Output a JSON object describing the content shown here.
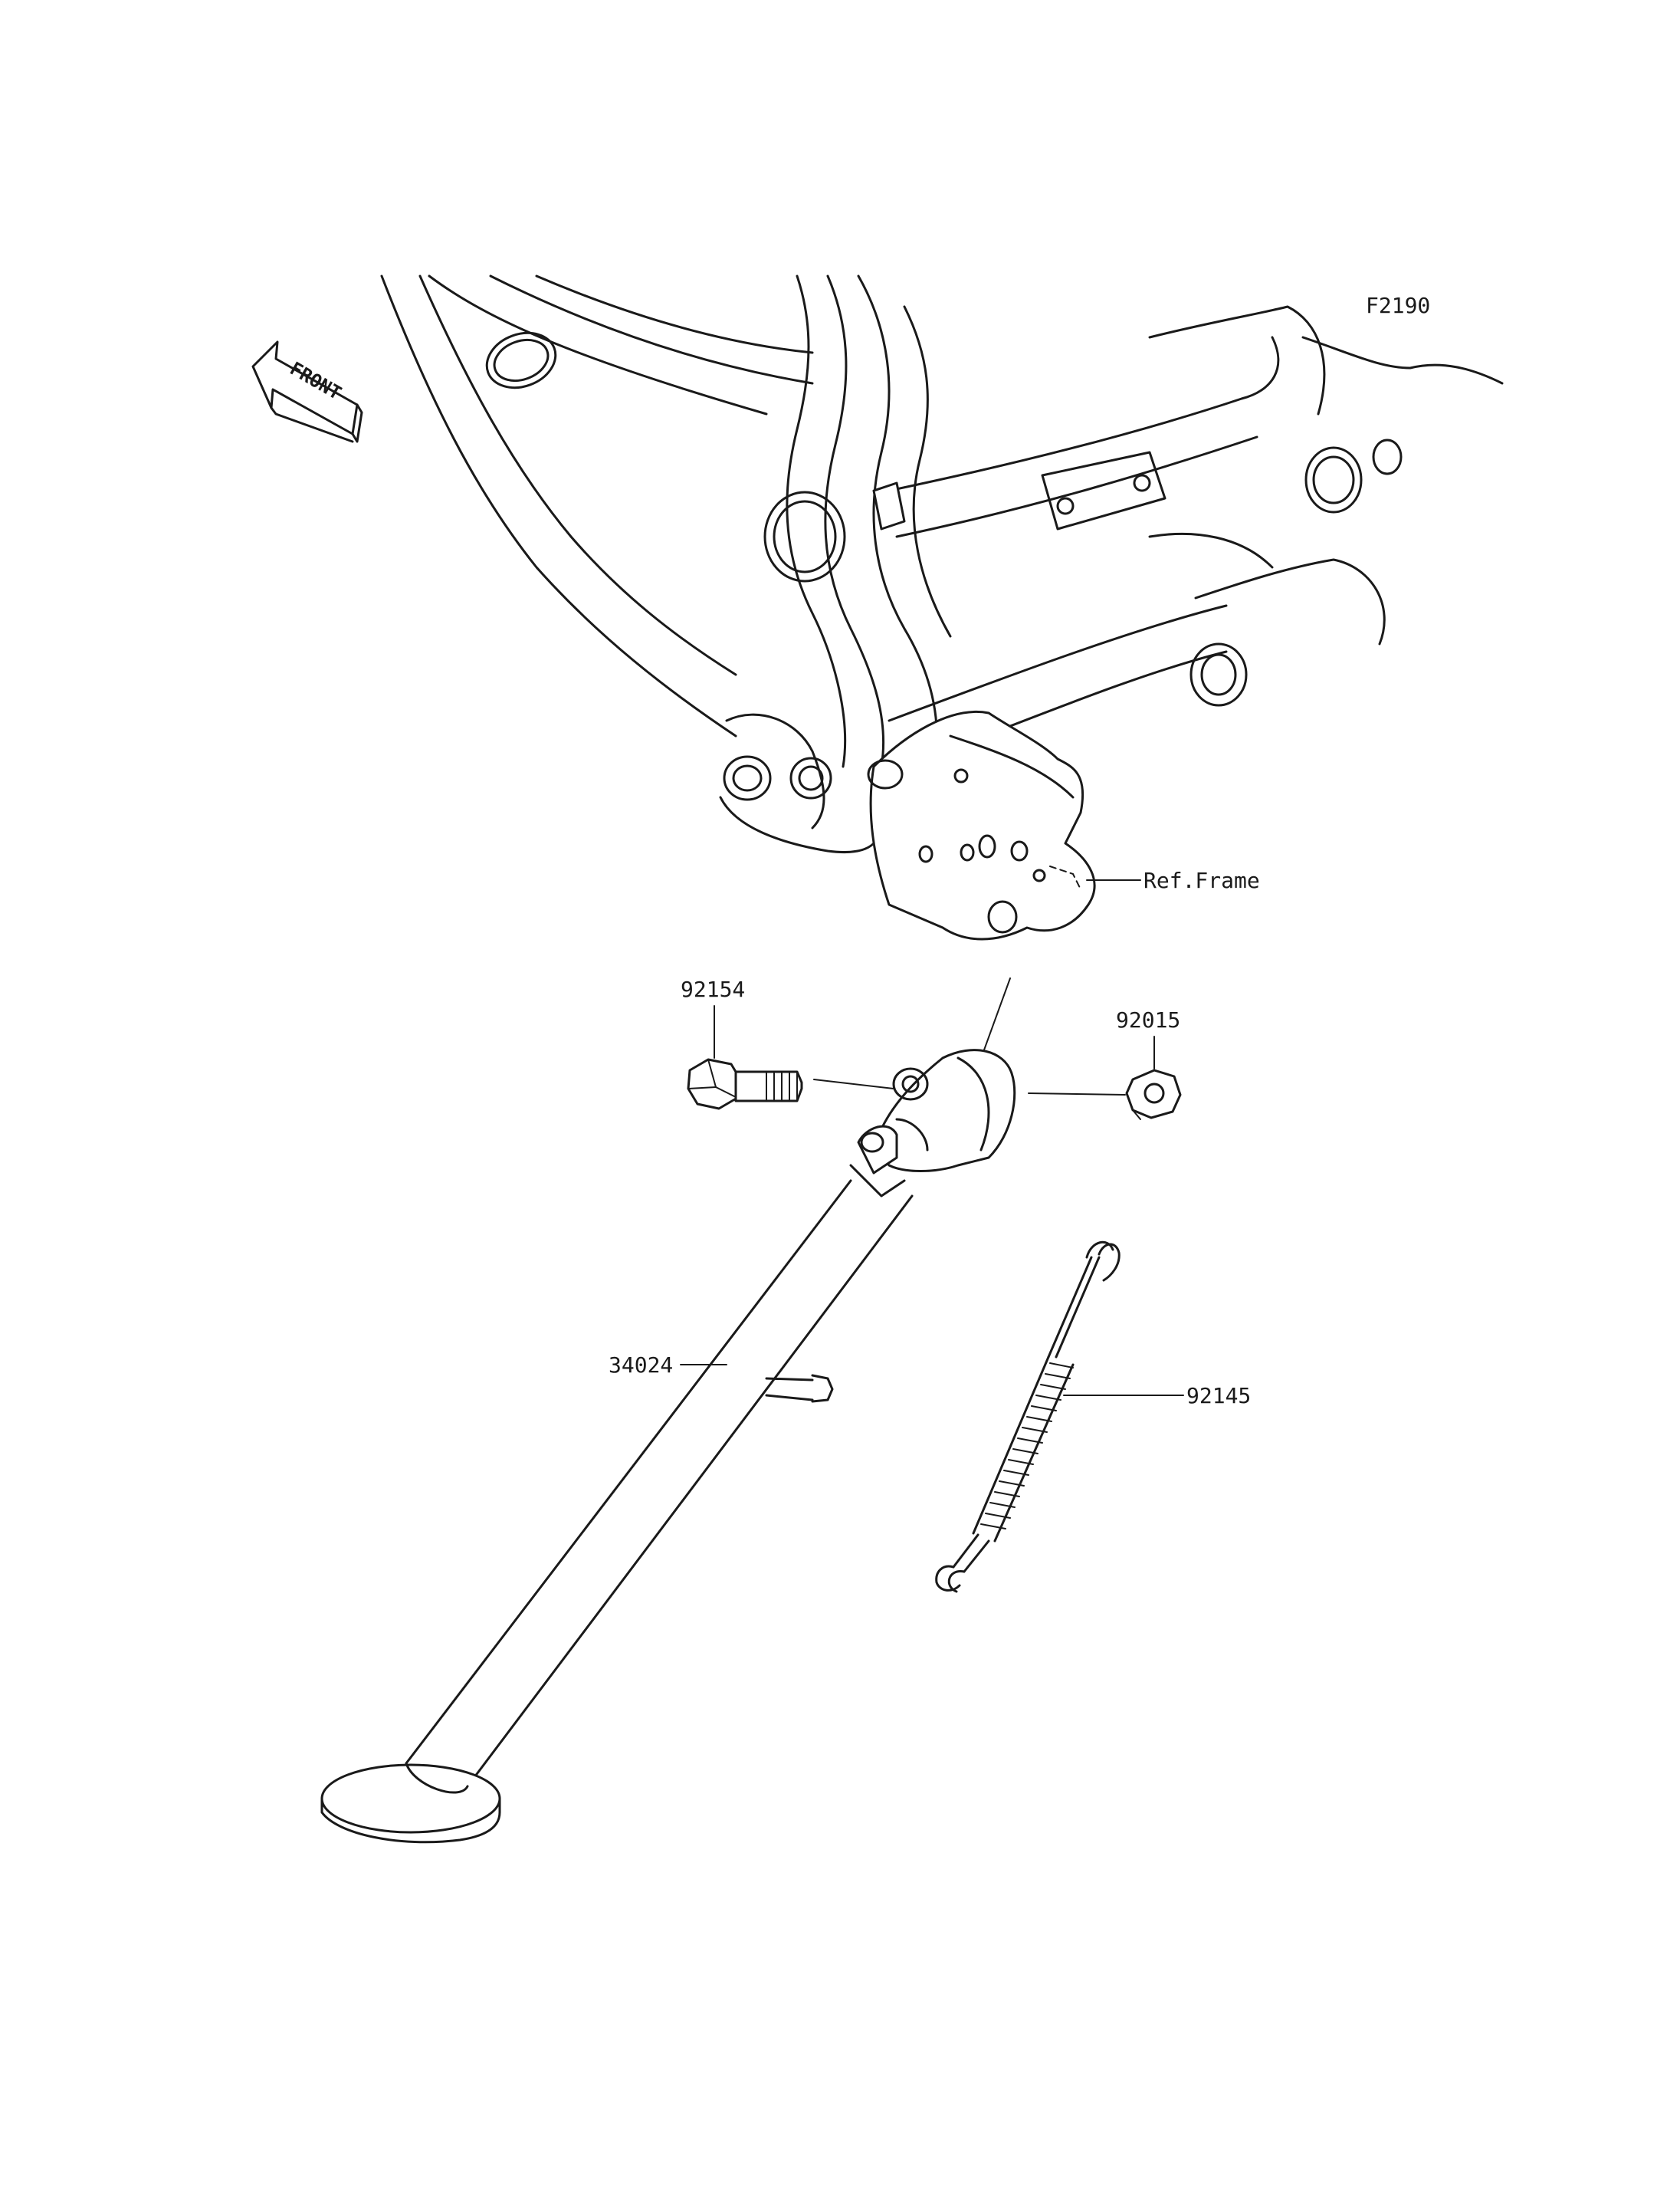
{
  "figure_code": "F2190",
  "direction_label": "FRONT",
  "reference_label": "Ref.Frame",
  "parts": [
    {
      "number": "92154"
    },
    {
      "number": "92015"
    },
    {
      "number": "34024"
    },
    {
      "number": "92145"
    }
  ],
  "line_color": "#1a1a1a",
  "background_color": "#ffffff"
}
